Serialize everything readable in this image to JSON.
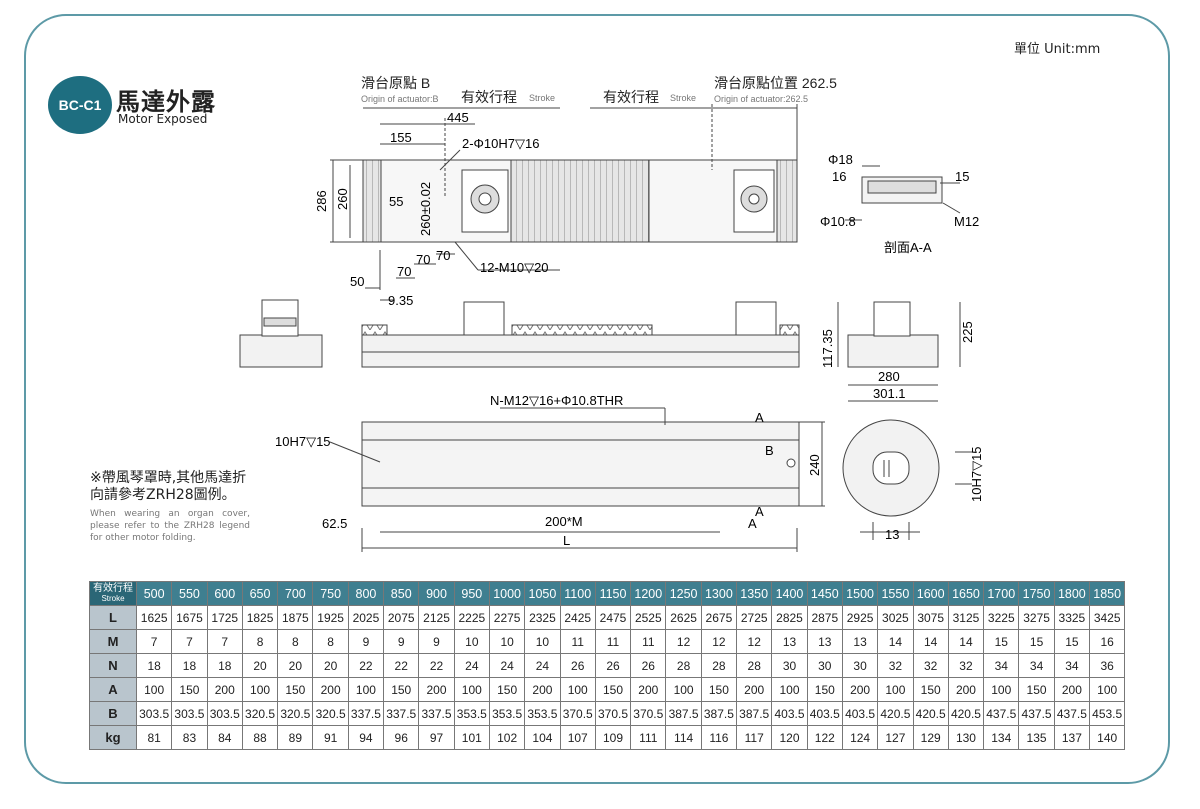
{
  "unit_label": "單位 Unit:mm",
  "header": {
    "badge": "BC-C1",
    "title_zh": "馬達外露",
    "title_en": "Motor Exposed"
  },
  "drawing": {
    "origin_b_zh": "滑台原點 B",
    "origin_b_en": "Origin of actuator:B",
    "stroke_zh_1": "有效行程",
    "stroke_en_1": "Stroke",
    "stroke_zh_2": "有效行程",
    "stroke_en_2": "Stroke",
    "origin_pos_zh": "滑台原點位置 262.5",
    "origin_pos_en": "Origin of actuator:262.5",
    "dim_445": "445",
    "dim_155": "155",
    "dim_hole": "2-Φ10H7▽16",
    "dim_286": "286",
    "dim_260": "260",
    "dim_55": "55",
    "dim_260tol": "260±0.02",
    "dim_70a": "70",
    "dim_70b": "70",
    "dim_70c": "70",
    "dim_m10": "12-M10▽20",
    "dim_50": "50",
    "dim_935": "9.35",
    "dim_phi18": "Φ18",
    "dim_16": "16",
    "dim_15": "15",
    "dim_phi108": "Φ10.8",
    "dim_m12": "M12",
    "section_label": "剖面A-A",
    "dim_11735": "117.35",
    "dim_225": "225",
    "dim_280": "280",
    "dim_3011": "301.1",
    "dim_nm12": "N-M12▽16+Φ10.8THR",
    "dim_10h7": "10H7▽15",
    "label_a1": "A",
    "label_b": "B",
    "label_a2": "A",
    "label_a3": "A",
    "dim_240": "240",
    "dim_625": "62.5",
    "dim_200m": "200*M",
    "dim_l": "L",
    "dim_10h7v": "10H7▽15",
    "dim_13": "13"
  },
  "note": {
    "zh": "※帶風琴罩時,其他馬達折向請參考ZRH28圖例。",
    "en": "When wearing an organ cover, please refer to the ZRH28 legend for other motor folding."
  },
  "table": {
    "corner_zh": "有效行程",
    "corner_en": "Stroke",
    "strokes": [
      "500",
      "550",
      "600",
      "650",
      "700",
      "750",
      "800",
      "850",
      "900",
      "950",
      "1000",
      "1050",
      "1100",
      "1150",
      "1200",
      "1250",
      "1300",
      "1350",
      "1400",
      "1450",
      "1500",
      "1550",
      "1600",
      "1650",
      "1700",
      "1750",
      "1800",
      "1850"
    ],
    "rows": [
      {
        "label": "L",
        "values": [
          "1625",
          "1675",
          "1725",
          "1825",
          "1875",
          "1925",
          "2025",
          "2075",
          "2125",
          "2225",
          "2275",
          "2325",
          "2425",
          "2475",
          "2525",
          "2625",
          "2675",
          "2725",
          "2825",
          "2875",
          "2925",
          "3025",
          "3075",
          "3125",
          "3225",
          "3275",
          "3325",
          "3425"
        ]
      },
      {
        "label": "M",
        "values": [
          "7",
          "7",
          "7",
          "8",
          "8",
          "8",
          "9",
          "9",
          "9",
          "10",
          "10",
          "10",
          "11",
          "11",
          "11",
          "12",
          "12",
          "12",
          "13",
          "13",
          "13",
          "14",
          "14",
          "14",
          "15",
          "15",
          "15",
          "16"
        ]
      },
      {
        "label": "N",
        "values": [
          "18",
          "18",
          "18",
          "20",
          "20",
          "20",
          "22",
          "22",
          "22",
          "24",
          "24",
          "24",
          "26",
          "26",
          "26",
          "28",
          "28",
          "28",
          "30",
          "30",
          "30",
          "32",
          "32",
          "32",
          "34",
          "34",
          "34",
          "36"
        ]
      },
      {
        "label": "A",
        "values": [
          "100",
          "150",
          "200",
          "100",
          "150",
          "200",
          "100",
          "150",
          "200",
          "100",
          "150",
          "200",
          "100",
          "150",
          "200",
          "100",
          "150",
          "200",
          "100",
          "150",
          "200",
          "100",
          "150",
          "200",
          "100",
          "150",
          "200",
          "100"
        ]
      },
      {
        "label": "B",
        "values": [
          "303.5",
          "303.5",
          "303.5",
          "320.5",
          "320.5",
          "320.5",
          "337.5",
          "337.5",
          "337.5",
          "353.5",
          "353.5",
          "353.5",
          "370.5",
          "370.5",
          "370.5",
          "387.5",
          "387.5",
          "387.5",
          "403.5",
          "403.5",
          "403.5",
          "420.5",
          "420.5",
          "420.5",
          "437.5",
          "437.5",
          "437.5",
          "453.5"
        ]
      },
      {
        "label": "kg",
        "values": [
          "81",
          "83",
          "84",
          "88",
          "89",
          "91",
          "94",
          "96",
          "97",
          "101",
          "102",
          "104",
          "107",
          "109",
          "111",
          "114",
          "116",
          "117",
          "120",
          "122",
          "124",
          "127",
          "129",
          "130",
          "134",
          "135",
          "137",
          "140"
        ]
      }
    ]
  }
}
